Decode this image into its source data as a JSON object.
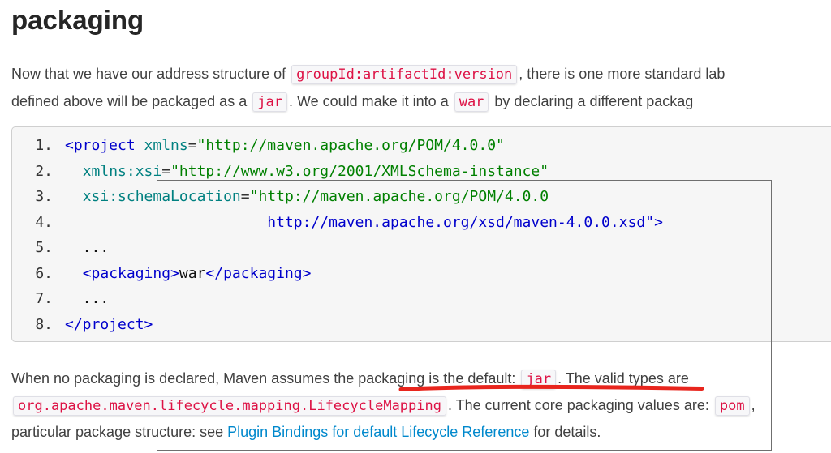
{
  "heading": "packaging",
  "intro": {
    "p1_text1": "Now that we have our address structure of ",
    "p1_code1": "groupId:artifactId:version",
    "p1_text2": ", there is one more standard lab",
    "p2_text1": "defined above will be packaged as a ",
    "p2_code1": "jar",
    "p2_text2": ". We could make it into a ",
    "p2_code2": "war",
    "p2_text3": " by declaring a different packag"
  },
  "code_block": {
    "lines": [
      {
        "num": "1.",
        "tokens": [
          {
            "c": "tag",
            "t": "<project"
          },
          {
            "c": "pln",
            "t": " "
          },
          {
            "c": "atn",
            "t": "xmlns"
          },
          {
            "c": "pun",
            "t": "="
          },
          {
            "c": "atv",
            "t": "\"http://maven.apache.org/POM/4.0.0\""
          }
        ]
      },
      {
        "num": "2.",
        "tokens": [
          {
            "c": "pln",
            "t": "  "
          },
          {
            "c": "atn",
            "t": "xmlns:xsi"
          },
          {
            "c": "pun",
            "t": "="
          },
          {
            "c": "atv",
            "t": "\"http://www.w3.org/2001/XMLSchema-instance\""
          }
        ]
      },
      {
        "num": "3.",
        "tokens": [
          {
            "c": "pln",
            "t": "  "
          },
          {
            "c": "atn",
            "t": "xsi:schemaLocation"
          },
          {
            "c": "pun",
            "t": "="
          },
          {
            "c": "atv",
            "t": "\"http://maven.apache.org/POM/4.0.0"
          }
        ]
      },
      {
        "num": "4.",
        "tokens": [
          {
            "c": "pln",
            "t": "                       "
          },
          {
            "c": "tag",
            "t": "http://maven.apache.org/xsd/maven-4.0.0.xsd\">"
          }
        ]
      },
      {
        "num": "5.",
        "tokens": [
          {
            "c": "pln",
            "t": "  ..."
          }
        ]
      },
      {
        "num": "6.",
        "tokens": [
          {
            "c": "pln",
            "t": "  "
          },
          {
            "c": "tag",
            "t": "<packaging>"
          },
          {
            "c": "pln",
            "t": "war"
          },
          {
            "c": "tag",
            "t": "</packaging>"
          }
        ]
      },
      {
        "num": "7.",
        "tokens": [
          {
            "c": "pln",
            "t": "  ..."
          }
        ]
      },
      {
        "num": "8.",
        "tokens": [
          {
            "c": "tag",
            "t": "</project>"
          }
        ]
      }
    ]
  },
  "outro": {
    "l1_text1": "When no packaging is declared, Maven assumes the packaging is the default: ",
    "l1_code1": "jar",
    "l1_text2": ". The valid types are",
    "l2_code1": "org.apache.maven.lifecycle.mapping.LifecycleMapping",
    "l2_text1": ". The current core packaging values are: ",
    "l2_code2": "pom",
    "l2_text2": ",",
    "l3_text1": "particular package structure: see ",
    "l3_link": "Plugin Bindings for default Lifecycle Reference",
    "l3_text2": " for details."
  },
  "colors": {
    "heading_text": "#262626",
    "body_text": "#404040",
    "inline_code_text": "#dd1144",
    "link": "#0088cc",
    "codeblock_bg": "#f6f6f6",
    "code_tag": "#0000cc",
    "code_attr": "#008080",
    "code_string": "#008000",
    "code_plain": "#111111",
    "annotation_red": "#e8251d",
    "rect_border": "#6f6f6f"
  }
}
